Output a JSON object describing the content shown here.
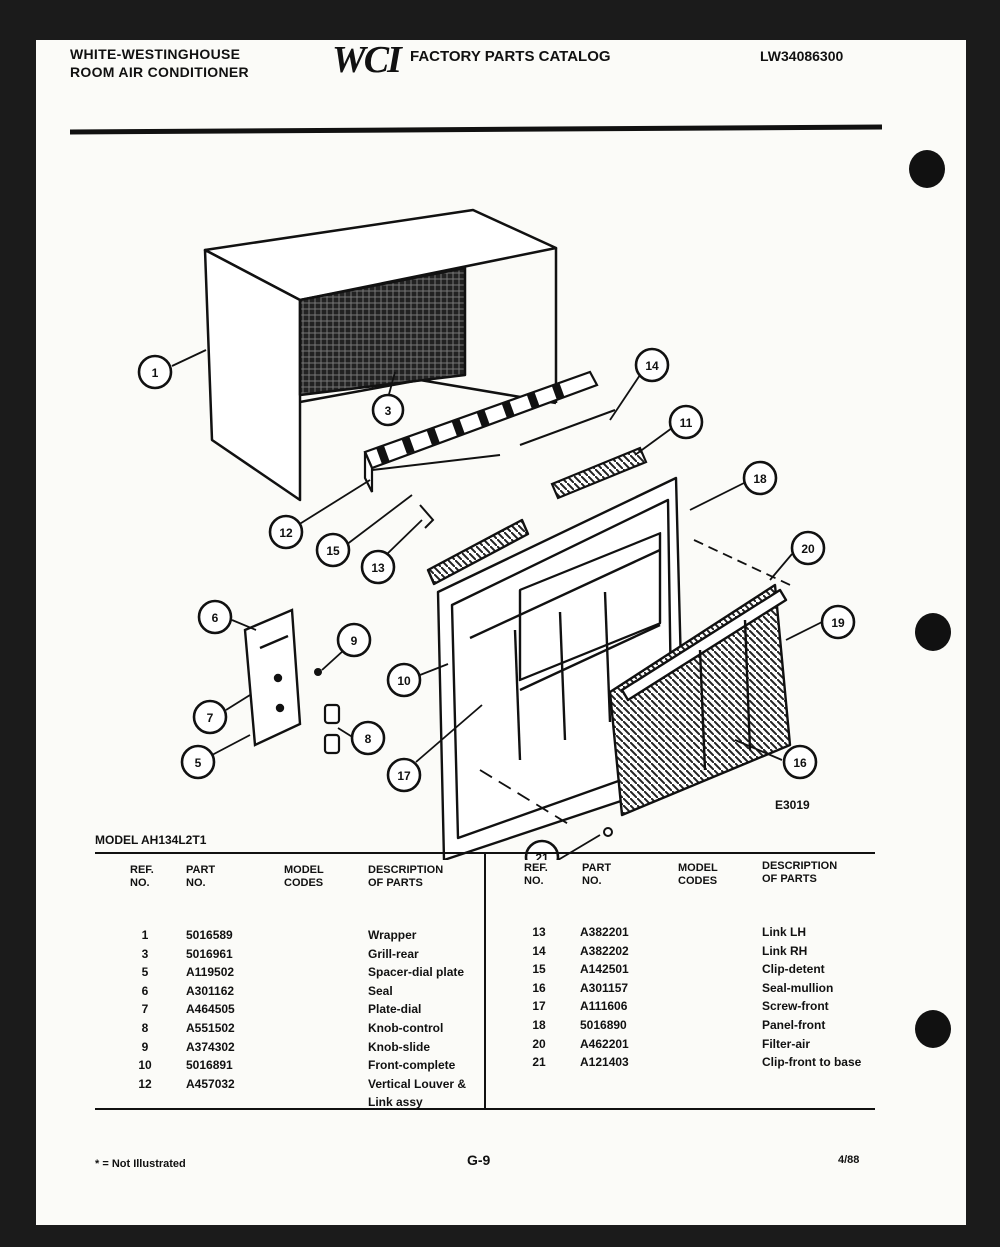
{
  "header": {
    "brand_line1": "WHITE-WESTINGHOUSE",
    "brand_line2": "ROOM AIR CONDITIONER",
    "logo": "WCI",
    "catalog_title": "FACTORY PARTS CATALOG",
    "catalog_number": "LW34086300"
  },
  "callouts": [
    "1",
    "3",
    "14",
    "11",
    "18",
    "12",
    "15",
    "13",
    "20",
    "6",
    "9",
    "19",
    "10",
    "7",
    "8",
    "5",
    "17",
    "16",
    "21"
  ],
  "figure_number": "E3019",
  "model_label": "MODEL AH134L2T1",
  "table": {
    "headers": {
      "ref_no": "REF.\nNO.",
      "part_no": "PART\nNO.",
      "model_codes": "MODEL\nCODES",
      "description": "DESCRIPTION\nOF PARTS"
    },
    "left_rows": [
      {
        "ref": "1",
        "part": "5016589",
        "desc": "Wrapper"
      },
      {
        "ref": "3",
        "part": "5016961",
        "desc": "Grill-rear"
      },
      {
        "ref": "5",
        "part": "A119502",
        "desc": "Spacer-dial plate"
      },
      {
        "ref": "6",
        "part": "A301162",
        "desc": "Seal"
      },
      {
        "ref": "7",
        "part": "A464505",
        "desc": "Plate-dial"
      },
      {
        "ref": "8",
        "part": "A551502",
        "desc": "Knob-control"
      },
      {
        "ref": "9",
        "part": "A374302",
        "desc": "Knob-slide"
      },
      {
        "ref": "10",
        "part": "5016891",
        "desc": "Front-complete"
      },
      {
        "ref": "12",
        "part": "A457032",
        "desc": "Vertical Louver &"
      },
      {
        "ref": "",
        "part": "",
        "desc": "Link assy"
      }
    ],
    "right_rows": [
      {
        "ref": "13",
        "part": "A382201",
        "desc": "Link LH"
      },
      {
        "ref": "14",
        "part": "A382202",
        "desc": "Link RH"
      },
      {
        "ref": "15",
        "part": "A142501",
        "desc": "Clip-detent"
      },
      {
        "ref": "16",
        "part": "A301157",
        "desc": "Seal-mullion"
      },
      {
        "ref": "17",
        "part": "A111606",
        "desc": "Screw-front"
      },
      {
        "ref": "18",
        "part": "5016890",
        "desc": "Panel-front"
      },
      {
        "ref": "20",
        "part": "A462201",
        "desc": "Filter-air"
      },
      {
        "ref": "21",
        "part": "A121403",
        "desc": "Clip-front to base"
      }
    ]
  },
  "footer": {
    "note": "* = Not Illustrated",
    "page": "G-9",
    "date": "4/88"
  }
}
